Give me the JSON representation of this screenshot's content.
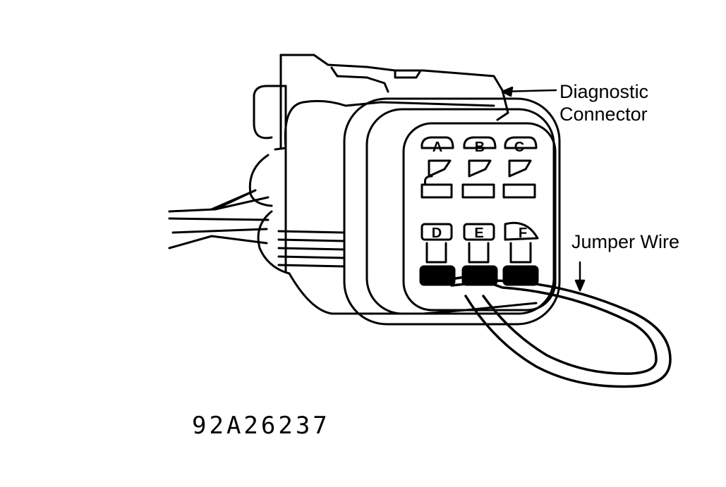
{
  "labels": {
    "diagnostic_line1": "Diagnostic",
    "diagnostic_line2": "Connector",
    "jumper": "Jumper Wire"
  },
  "figure_id": "92A26237",
  "terminals": {
    "A": "A",
    "B": "B",
    "C": "C",
    "D": "D",
    "E": "E",
    "F": "F"
  },
  "colors": {
    "ink": "#000000",
    "paper": "#ffffff"
  }
}
